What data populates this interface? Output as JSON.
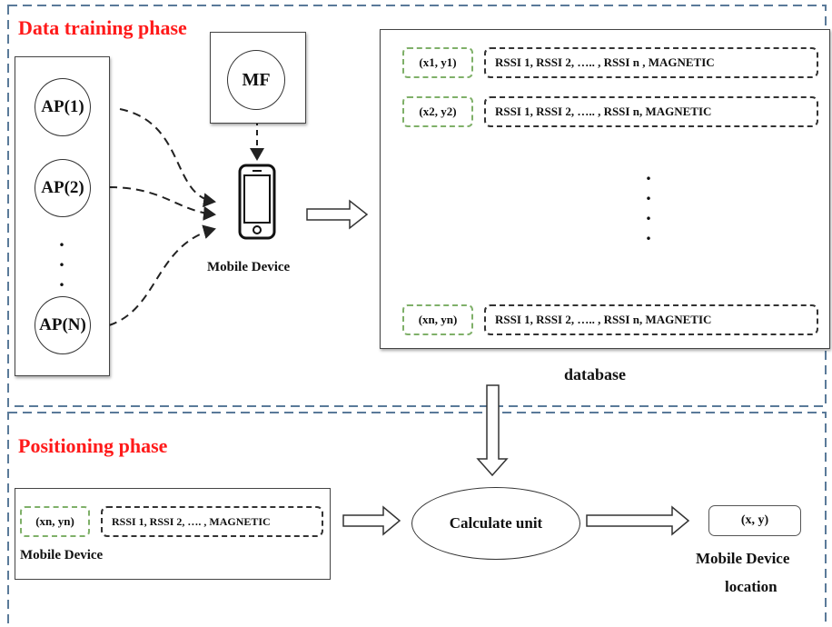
{
  "training_phase": {
    "title": "Data training phase",
    "access_points": [
      "AP(1)",
      "AP(2)",
      "AP(N)"
    ],
    "ap_ellipsis": ".\n.\n.",
    "mf_label": "MF",
    "device_label": "Mobile Device",
    "database": {
      "label": "database",
      "rows": [
        {
          "coord": "(x1, y1)",
          "rssi": "RSSI 1, RSSI 2, ….. , RSSI n ,  MAGNETIC"
        },
        {
          "coord": "(x2, y2)",
          "rssi": "RSSI 1, RSSI 2, ….. , RSSI n,   MAGNETIC"
        },
        {
          "coord": "(xn, yn)",
          "rssi": "RSSI 1, RSSI 2, ….. , RSSI n,   MAGNETIC"
        }
      ],
      "ellipsis": ".\n.\n.\n."
    }
  },
  "positioning_phase": {
    "title": "Positioning phase",
    "device_coord": "(xn, yn)",
    "device_rssi": "RSSI 1, RSSI 2, …. , MAGNETIC",
    "device_label": "Mobile Device",
    "calc_label": "Calculate unit",
    "result_coord": "(x, y)",
    "result_label_line1": "Mobile Device",
    "result_label_line2": "location"
  },
  "colors": {
    "phase_title": "#ff1a1a",
    "phase_border": "#5a7a99",
    "coord_border": "#7fb069",
    "rssi_border": "#333333"
  }
}
